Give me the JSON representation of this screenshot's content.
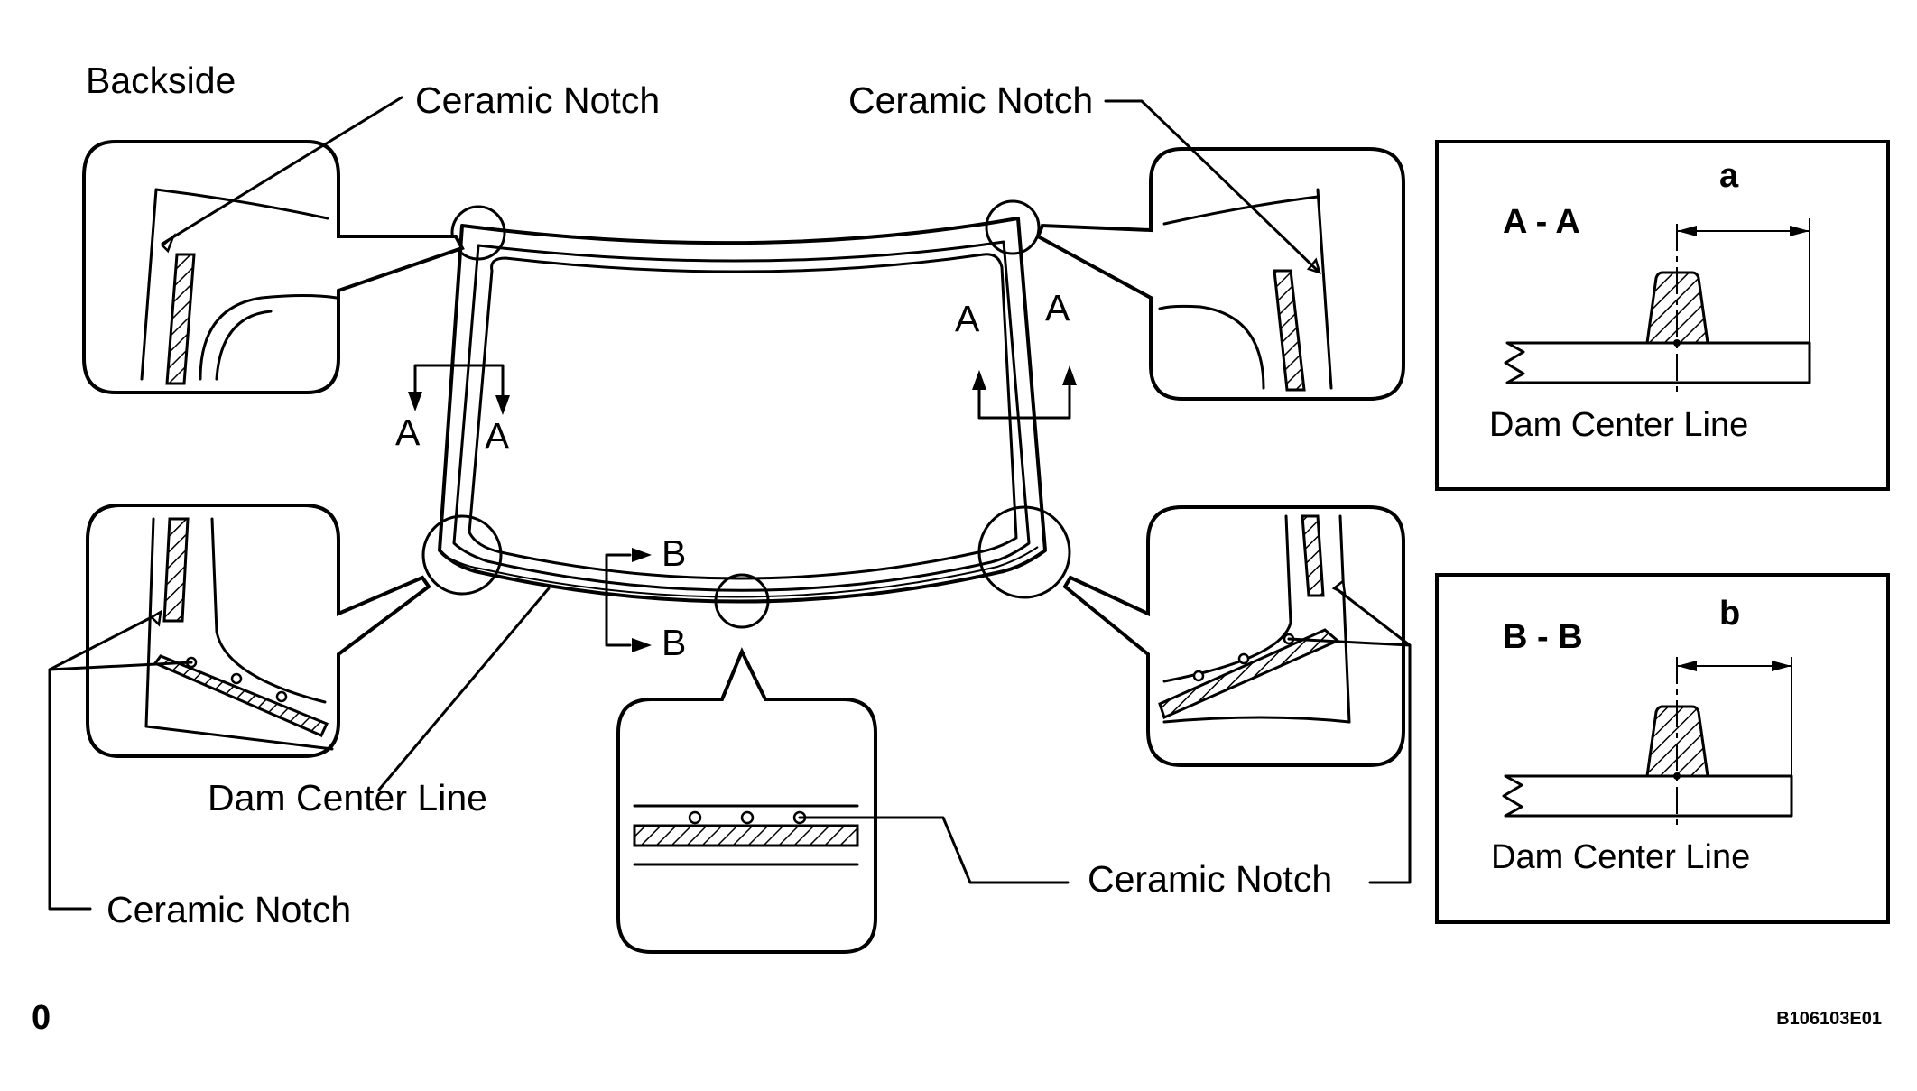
{
  "labels": {
    "backside": "Backside",
    "ceramic_notch": "Ceramic Notch",
    "dam_center_line": "Dam Center Line",
    "section_a": "A - A",
    "section_b": "B - B",
    "dim_a": "a",
    "dim_b": "b",
    "marker_a": "A",
    "marker_b": "B",
    "page_number": "0",
    "figure_code": "B106103E01"
  }
}
